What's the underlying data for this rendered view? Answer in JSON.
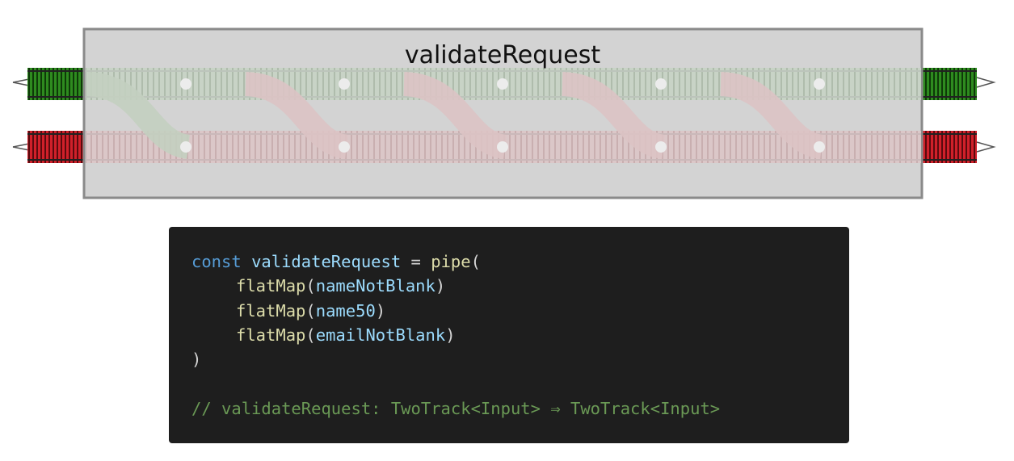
{
  "diagram": {
    "title": "validateRequest",
    "colors": {
      "box_fill": "#d3d3d3",
      "box_stroke": "#8a8a8a",
      "success_track": "#2e8b1f",
      "failure_track": "#d0202a",
      "rail": "#222222"
    },
    "switch_count": 5
  },
  "code": {
    "line1": {
      "keyword": "const",
      "name": "validateRequest",
      "op": " = ",
      "fn": "pipe",
      "open": "("
    },
    "steps": [
      {
        "fn": "flatMap",
        "arg": "nameNotBlank"
      },
      {
        "fn": "flatMap",
        "arg": "name50"
      },
      {
        "fn": "flatMap",
        "arg": "emailNotBlank"
      }
    ],
    "close": ")",
    "comment": "// validateRequest: TwoTrack<Input> ⇒ TwoTrack<Input>"
  }
}
